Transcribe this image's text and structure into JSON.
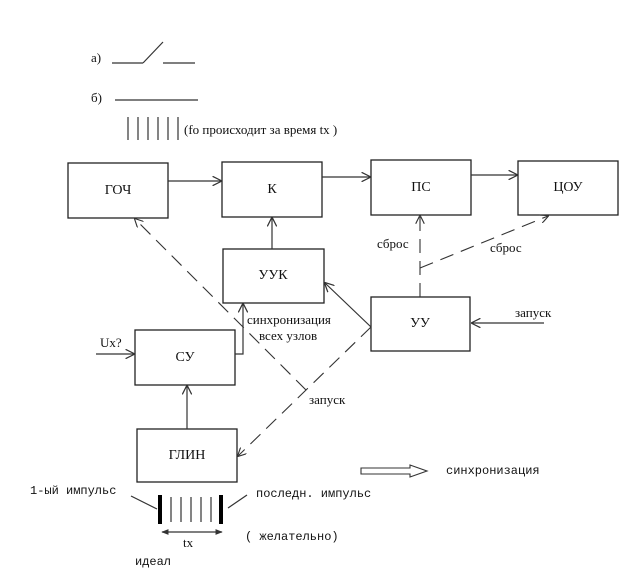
{
  "legend": {
    "a_label": "а)",
    "b_label": "б)",
    "pulses_note": "(fo происходит за время tx )"
  },
  "blocks": {
    "goch": "ГОЧ",
    "k": "К",
    "ps": "ПС",
    "tsou": "ЦОУ",
    "uuk": "УУК",
    "uu": "УУ",
    "su": "СУ",
    "glin": "ГЛИН"
  },
  "labels": {
    "sbros_ps": "сброс",
    "sbros_tsou": "сброс",
    "zapusk_uu": "запуск",
    "ux": "Ux?",
    "sync_line1": "синхронизация",
    "sync_line2": "всех узлов",
    "zapusk_glin": "запуск",
    "sync_legend": "синхронизация",
    "first_pulse": "1-ый импульс",
    "last_pulse": "последн. импульс",
    "tx": "tx",
    "desirable": "( желательно)",
    "ideal": "идеал"
  },
  "colors": {
    "stroke": "#222222",
    "background": "#ffffff"
  }
}
